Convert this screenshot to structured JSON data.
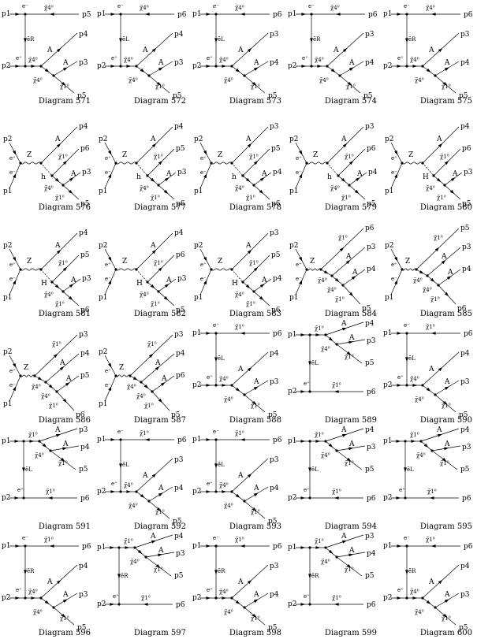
{
  "diagrams": [
    {
      "label": "Diagram 571",
      "kind": "tA",
      "sl": "ẽR",
      "vu": "χ̃4⁰",
      "vd": "χ̃4⁰",
      "o": [
        "p5",
        "p4",
        "p3"
      ]
    },
    {
      "label": "Diagram 572",
      "kind": "tA",
      "sl": "ẽL",
      "vu": "χ̃4⁰",
      "vd": "χ̃4⁰",
      "o": [
        "p6",
        "p4",
        "p3"
      ]
    },
    {
      "label": "Diagram 573",
      "kind": "tA",
      "sl": "ẽL",
      "vu": "χ̃4⁰",
      "vd": "χ̃4⁰",
      "o": [
        "p6",
        "p3",
        "p4"
      ]
    },
    {
      "label": "Diagram 574",
      "kind": "tA",
      "sl": "ẽR",
      "vu": "χ̃4⁰",
      "vd": "χ̃4⁰",
      "o": [
        "p6",
        "p3",
        "p4"
      ]
    },
    {
      "label": "Diagram 575",
      "kind": "tA",
      "sl": "ẽR",
      "vu": "χ̃4⁰",
      "vd": "χ̃4⁰",
      "o": [
        "p6",
        "p3",
        "p4"
      ]
    },
    {
      "label": "Diagram 576",
      "kind": "s",
      "b": "Z",
      "sc": "h",
      "o": [
        "p4",
        "p6",
        "p3",
        "p5"
      ]
    },
    {
      "label": "Diagram 577",
      "kind": "s",
      "b": "Z",
      "sc": "h",
      "o": [
        "p4",
        "p5",
        "p3",
        "p6"
      ]
    },
    {
      "label": "Diagram 578",
      "kind": "s",
      "b": "Z",
      "sc": "h",
      "o": [
        "p3",
        "p5",
        "p4",
        "p6"
      ]
    },
    {
      "label": "Diagram 579",
      "kind": "s",
      "b": "Z",
      "sc": "h",
      "o": [
        "p3",
        "p6",
        "p4",
        "p5"
      ]
    },
    {
      "label": "Diagram 580",
      "kind": "s",
      "b": "Z",
      "sc": "H",
      "o": [
        "p4",
        "p6",
        "p3",
        "p5"
      ]
    },
    {
      "label": "Diagram 581",
      "kind": "s",
      "b": "Z",
      "sc": "H",
      "o": [
        "p4",
        "p5",
        "p3",
        "p6"
      ]
    },
    {
      "label": "Diagram 582",
      "kind": "s",
      "b": "Z",
      "sc": "H",
      "o": [
        "p4",
        "p6",
        "p3",
        "p5"
      ]
    },
    {
      "label": "Diagram 583",
      "kind": "s",
      "b": "Z",
      "sc": "H",
      "o": [
        "p3",
        "p5",
        "p4",
        "p6"
      ]
    },
    {
      "label": "Diagram 584",
      "kind": "sA",
      "b": "Z",
      "o": [
        "p6",
        "p3",
        "p4",
        "p5"
      ]
    },
    {
      "label": "Diagram 585",
      "kind": "sA",
      "b": "Z",
      "o": [
        "p5",
        "p3",
        "p4",
        "p6"
      ]
    },
    {
      "label": "Diagram 586",
      "kind": "sA",
      "b": "Z",
      "o": [
        "p3",
        "p4",
        "p5",
        "p6"
      ]
    },
    {
      "label": "Diagram 587",
      "kind": "sA",
      "b": "Z",
      "o": [
        "p3",
        "p4",
        "p6",
        "p5"
      ]
    },
    {
      "label": "Diagram 588",
      "kind": "tA",
      "sl": "ẽL",
      "vu": "χ̃1⁰",
      "vd": "χ̃4⁰",
      "o": [
        "p6",
        "p4",
        "p3"
      ]
    },
    {
      "label": "Diagram 589",
      "kind": "tB",
      "sl": "ẽL",
      "o": [
        "p4",
        "p3",
        "p5",
        "p6"
      ]
    },
    {
      "label": "Diagram 590",
      "kind": "tA",
      "sl": "ẽL",
      "vu": "χ̃1⁰",
      "vd": "χ̃4⁰",
      "o": [
        "p6",
        "p4",
        "p3"
      ]
    },
    {
      "label": "Diagram 591",
      "kind": "tB",
      "sl": "ẽL",
      "o": [
        "p3",
        "p4",
        "p5",
        "p6"
      ]
    },
    {
      "label": "Diagram 592",
      "kind": "tA",
      "sl": "ẽL",
      "vu": "χ̃1⁰",
      "vd": "χ̃4⁰",
      "o": [
        "p6",
        "p3",
        "p4"
      ]
    },
    {
      "label": "Diagram 593",
      "kind": "tA",
      "sl": "ẽL",
      "vu": "χ̃1⁰",
      "vd": "χ̃4⁰",
      "o": [
        "p6",
        "p3",
        "p4"
      ]
    },
    {
      "label": "Diagram 594",
      "kind": "tB",
      "sl": "ẽL",
      "o": [
        "p4",
        "p3",
        "p5",
        "p6"
      ]
    },
    {
      "label": "Diagram 595",
      "kind": "tB",
      "sl": "ẽL",
      "o": [
        "p4",
        "p3",
        "p5",
        "p6"
      ]
    },
    {
      "label": "Diagram 596",
      "kind": "tA",
      "sl": "ẽR",
      "vu": "χ̃1⁰",
      "vd": "χ̃4⁰",
      "o": [
        "p6",
        "p4",
        "p3"
      ]
    },
    {
      "label": "Diagram 597",
      "kind": "tB",
      "sl": "ẽR",
      "o": [
        "p4",
        "p3",
        "p5",
        "p6"
      ]
    },
    {
      "label": "Diagram 598",
      "kind": "tA",
      "sl": "ẽR",
      "vu": "χ̃1⁰",
      "vd": "χ̃4⁰",
      "o": [
        "p6",
        "p3",
        "p4"
      ]
    },
    {
      "label": "Diagram 599",
      "kind": "tB",
      "sl": "ẽR",
      "o": [
        "p3",
        "p4",
        "p5",
        "p6"
      ]
    },
    {
      "label": "Diagram 600",
      "kind": "tA",
      "sl": "ẽR",
      "vu": "χ̃1⁰",
      "vd": "χ̃4⁰",
      "o": [
        "p6",
        "p4",
        "p3"
      ]
    }
  ],
  "particles": {
    "p1": "p1",
    "p2": "p2",
    "em": "e⁻",
    "ep": "e⁺",
    "A": "A",
    "chi1": "χ̃1⁰",
    "chi4": "χ̃4⁰"
  },
  "style": {
    "ink": "#000000",
    "paper": "#ffffff"
  }
}
